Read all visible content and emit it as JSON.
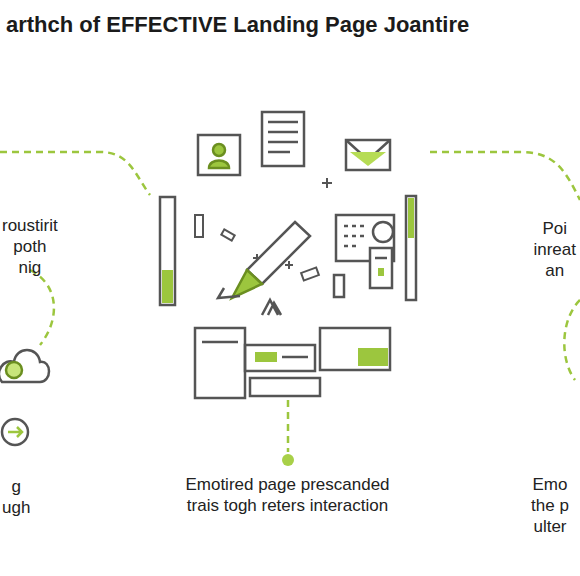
{
  "diagram": {
    "title": "arthch of EFFECTIVE Landing Page Joantire",
    "labels": [
      "roustirit poth nig",
      "Poi inreat an",
      "Emotired page prescanded trais togh reters interaction",
      "g ugh",
      "Emo the p ulter"
    ]
  }
}
